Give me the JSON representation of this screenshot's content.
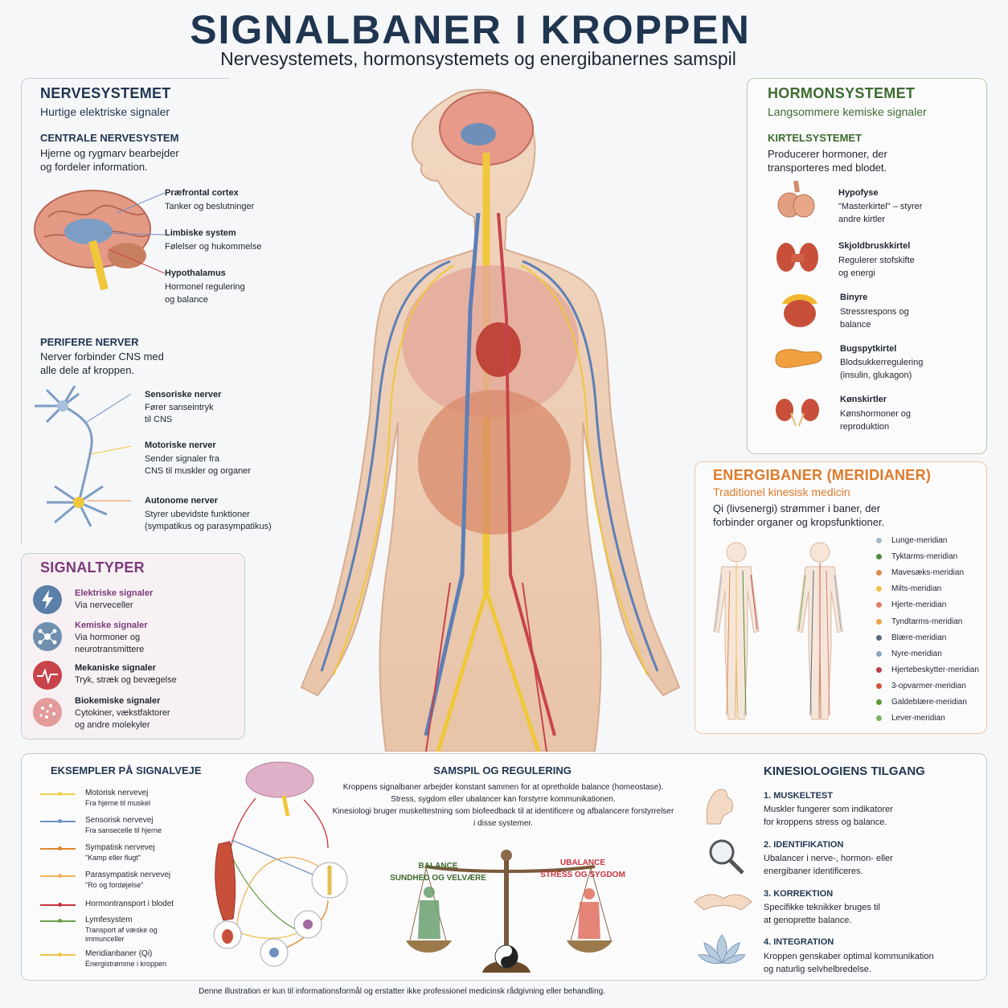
{
  "header": {
    "title": "SIGNALBANER I KROPPEN",
    "subtitle": "Nervesystemets, hormonsystemets og energibanernes samspil"
  },
  "nervous": {
    "title": "NERVESYSTEMET",
    "subtitle": "Hurtige elektriske signaler",
    "cns_title": "CENTRALE NERVESYSTEM",
    "cns_desc_1": "Hjerne og rygmarv bearbejder",
    "cns_desc_2": "og fordeler information.",
    "brain_parts": [
      {
        "name": "Præfrontal cortex",
        "desc_1": "Tanker og beslutninger",
        "desc_2": ""
      },
      {
        "name": "Limbiske system",
        "desc_1": "Følelser og hukommelse",
        "desc_2": ""
      },
      {
        "name": "Hypothalamus",
        "desc_1": "Hormonel regulering",
        "desc_2": "og balance"
      }
    ],
    "pns_title": "PERIFERE NERVER",
    "pns_desc_1": "Nerver forbinder CNS med",
    "pns_desc_2": "alle dele af kroppen.",
    "nerve_types": [
      {
        "name": "Sensoriske nerver",
        "desc_1": "Fører sanseintryk",
        "desc_2": "til CNS"
      },
      {
        "name": "Motoriske nerver",
        "desc_1": "Sender signaler fra",
        "desc_2": "CNS til muskler og organer"
      },
      {
        "name": "Autonome nerver",
        "desc_1": "Styrer ubevidste funktioner",
        "desc_2": "(sympatikus og parasympatikus)"
      }
    ]
  },
  "signals": {
    "title": "SIGNALTYPER",
    "items": [
      {
        "name": "Elektriske signaler",
        "desc_1": "Via nerveceller",
        "desc_2": "",
        "color": "#5b7fa8",
        "icon": "lightning-icon"
      },
      {
        "name": "Kemiske signaler",
        "desc_1": "Via hormoner og",
        "desc_2": "neurotransmittere",
        "color": "#6f8fae",
        "icon": "molecule-icon"
      },
      {
        "name": "Mekaniske signaler",
        "desc_1": "Tryk, stræk og bevægelse",
        "desc_2": "",
        "color": "#c8434a",
        "icon": "pulse-icon"
      },
      {
        "name": "Biokemiske signaler",
        "desc_1": "Cytokiner, vækstfaktorer",
        "desc_2": "og andre molekyler",
        "color": "#e39b9b",
        "icon": "particles-icon"
      }
    ]
  },
  "hormone": {
    "title": "HORMONSYSTEMET",
    "subtitle": "Langsommere kemiske signaler",
    "gland_title": "KIRTELSYSTEMET",
    "gland_desc_1": "Producerer hormoner, der",
    "gland_desc_2": "transporteres med blodet.",
    "glands": [
      {
        "name": "Hypofyse",
        "desc_1": "\"Masterkirtel\" – styrer",
        "desc_2": "andre kirtler",
        "icon": "pituitary-icon"
      },
      {
        "name": "Skjoldbruskkirtel",
        "desc_1": "Regulerer stofskifte",
        "desc_2": "og energi",
        "icon": "thyroid-icon"
      },
      {
        "name": "Binyre",
        "desc_1": "Stressrespons og",
        "desc_2": "balance",
        "icon": "adrenal-icon"
      },
      {
        "name": "Bugspytkirtel",
        "desc_1": "Blodsukkerregulering",
        "desc_2": "(insulin, glukagon)",
        "icon": "pancreas-icon"
      },
      {
        "name": "Kønskirtler",
        "desc_1": "Kønshormoner og",
        "desc_2": "reproduktion",
        "icon": "gonad-icon"
      }
    ]
  },
  "meridians": {
    "title": "ENERGIBANER (MERIDIANER)",
    "subtitle": "Traditionel kinesisk medicin",
    "desc_1": "Qi (livsenergi) strømmer i baner, der",
    "desc_2": "forbinder organer og kropsfunktioner.",
    "items": [
      {
        "name": "Lunge-meridian",
        "color": "#a9b8c8"
      },
      {
        "name": "Tyktarms-meridian",
        "color": "#4f8a3c"
      },
      {
        "name": "Mavesæks-meridian",
        "color": "#e08a4a"
      },
      {
        "name": "Milts-meridian",
        "color": "#f0c24a"
      },
      {
        "name": "Hjerte-meridian",
        "color": "#e27a6a"
      },
      {
        "name": "Tyndtarms-meridian",
        "color": "#f0a24a"
      },
      {
        "name": "Blære-meridian",
        "color": "#5d6a7a"
      },
      {
        "name": "Nyre-meridian",
        "color": "#8fa5bd"
      },
      {
        "name": "Hjertebeskytter-meridian",
        "color": "#b8404a"
      },
      {
        "name": "3-opvarmer-meridian",
        "color": "#d2553a"
      },
      {
        "name": "Galdeblære-meridian",
        "color": "#5a9a3c"
      },
      {
        "name": "Lever-meridian",
        "color": "#7ab05a"
      }
    ]
  },
  "examples": {
    "title": "EKSEMPLER PÅ SIGNALVEJE",
    "items": [
      {
        "name": "Motorisk nervevej",
        "desc": "Fra hjerne til muskel",
        "color": "#f0d24a"
      },
      {
        "name": "Sensorisk nervevej",
        "desc": "Fra sansecelle til hjerne",
        "color": "#6f8fbf"
      },
      {
        "name": "Sympatisk nervevej",
        "desc": "\"Kamp eller flugt\"",
        "color": "#e0862a"
      },
      {
        "name": "Parasympatisk nervevej",
        "desc": "\"Ro og fordøjelse\"",
        "color": "#f0b25a"
      },
      {
        "name": "Hormontransport i blodet",
        "desc": "",
        "color": "#c8343a"
      },
      {
        "name": "Lymfesystem",
        "desc": "Transport af væske og",
        "color": "#6aa04a"
      },
      {
        "name": "Meridianbaner (Qi)",
        "desc": "Energistrømme i kroppen",
        "color": "#f0c24a"
      }
    ],
    "lymph_extra": "immunceller"
  },
  "interplay": {
    "title": "SAMSPIL OG REGULERING",
    "lines": [
      "Kroppens signalbaner arbejder konstant sammen for at opretholde balance (homeostase).",
      "Stress, sygdom eller ubalancer kan forstyrre kommunikationen.",
      "Kinesiologi bruger muskeltestning som biofeedback til at identificere og afbalancere forstyrrelser",
      "i disse systemer."
    ],
    "balance_label": "BALANCE",
    "balance_sub": "SUNDHED OG VELVÆRE",
    "imbalance_label": "UBALANCE",
    "imbalance_sub": "STRESS OG SYGDOM"
  },
  "kinesiology": {
    "title": "KINESIOLOGIENS TILGANG",
    "steps": [
      {
        "name": "1. MUSKELTEST",
        "desc_1": "Muskler fungerer som indikatorer",
        "desc_2": "for kroppens stress og balance.",
        "icon": "arm-icon"
      },
      {
        "name": "2. IDENTIFIKATION",
        "desc_1": "Ubalancer i nerve-, hormon- eller",
        "desc_2": "energibaner identificeres.",
        "icon": "magnifier-icon"
      },
      {
        "name": "3. KORREKTION",
        "desc_1": "Specifikke teknikker bruges til",
        "desc_2": "at genoprette balance.",
        "icon": "hands-icon"
      },
      {
        "name": "4. INTEGRATION",
        "desc_1": "Kroppen genskaber optimal kommunikation",
        "desc_2": "og naturlig selvhelbredelse.",
        "icon": "lotus-icon"
      }
    ]
  },
  "footer": {
    "disclaimer": "Denne illustration er kun til informationsformål og erstatter ikke professionel medicinsk rådgivning eller behandling."
  }
}
